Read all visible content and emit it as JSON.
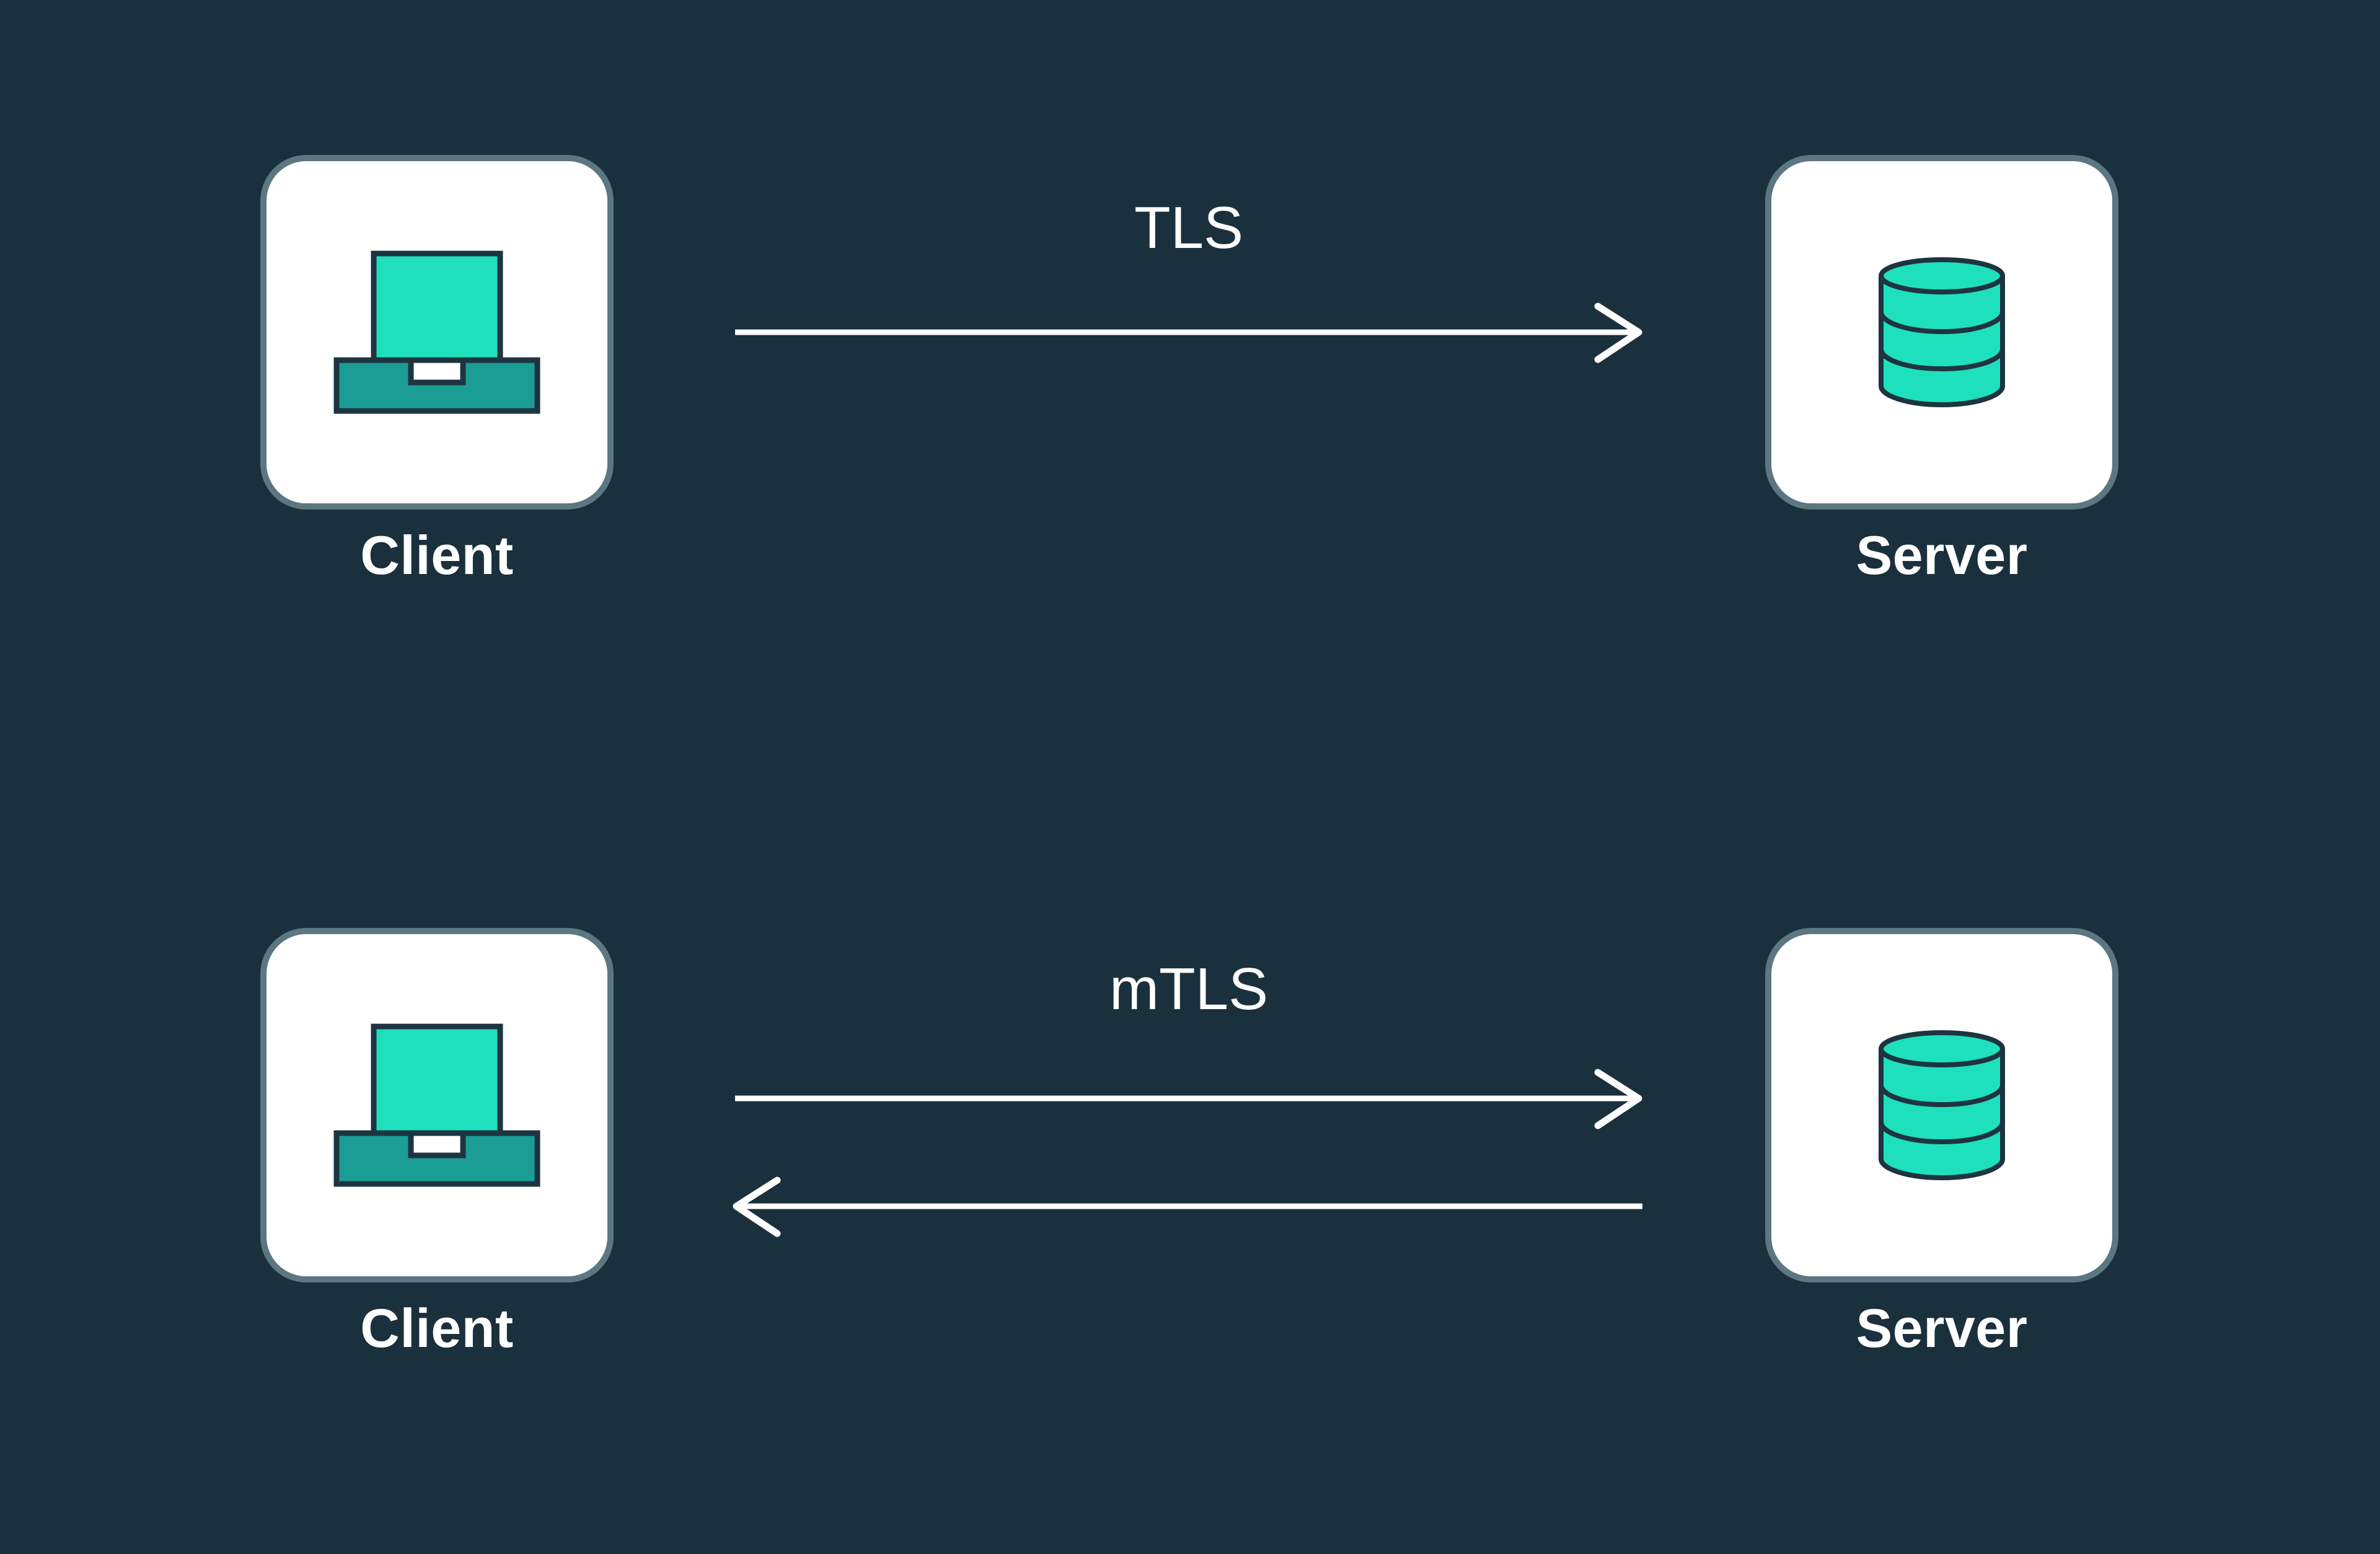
{
  "diagram": {
    "title_visible": false,
    "background_color": "#1a303c",
    "accent_color": "#1ee0bd",
    "accent_dark_color": "#1a9d95",
    "outline_color": "#1e3440",
    "card_background": "#ffffff",
    "card_border_color": "#5c7682",
    "arrow_color": "#ffffff",
    "text_color": "#ffffff"
  },
  "rows": [
    {
      "id": "tls-row",
      "protocol_label": "TLS",
      "left_node": {
        "label": "Client",
        "icon": "laptop-icon"
      },
      "right_node": {
        "label": "Server",
        "icon": "database-icon"
      },
      "arrows": [
        {
          "id": "tls-request",
          "direction": "right",
          "head": "open-chevron"
        }
      ]
    },
    {
      "id": "mtls-row",
      "protocol_label": "mTLS",
      "left_node": {
        "label": "Client",
        "icon": "laptop-icon"
      },
      "right_node": {
        "label": "Server",
        "icon": "database-icon"
      },
      "arrows": [
        {
          "id": "mtls-request",
          "direction": "right",
          "head": "open-chevron"
        },
        {
          "id": "mtls-response",
          "direction": "left",
          "head": "open-chevron"
        }
      ]
    }
  ]
}
